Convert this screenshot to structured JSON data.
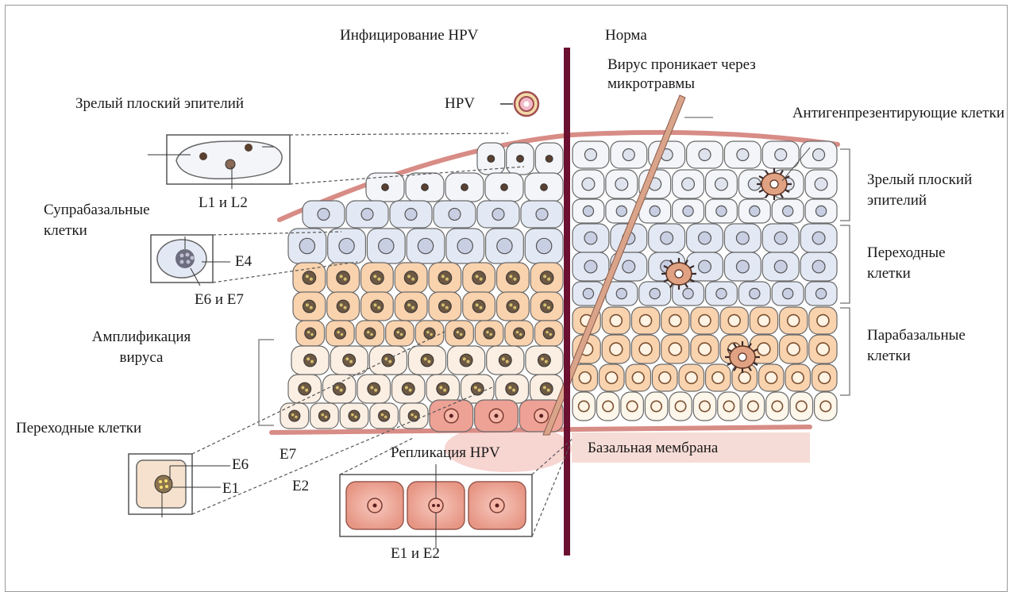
{
  "labels": {
    "infection_hpv": "Инфицирование HPV",
    "norm": "Норма",
    "virus_penetrates": "Вирус проникает через микротравмы",
    "hpv": "HPV",
    "mature_squamous_left": "Зрелый плоский эпителий",
    "apc": "Антигенпрезентирующие клетки",
    "mature_squamous_right": "Зрелый плоский эпителий",
    "l1_l2": "L1 и L2",
    "suprabasal": "Супрабазальные клетки",
    "e4": "E4",
    "e6_e7": "E6 и E7",
    "transitional_right": "Переходные клетки",
    "amplification": "Амплификация вируса",
    "parabasal": "Парабазальные клетки",
    "transitional_left": "Переходные клетки",
    "e6": "E6",
    "e1": "E1",
    "e7": "E7",
    "e2": "E2",
    "replication": "Репликация HPV",
    "basal_membrane": "Базальная мембрана",
    "e1_e2": "E1 и E2"
  },
  "colors": {
    "divider": "#6b1030",
    "membrane": "#d88c86",
    "membrane_band": "#f6dcd6",
    "mature_cell": "#f3f5f9",
    "transitional_cell": "#e3e9f4",
    "parabasal_cell": "#f9d2ae",
    "basal_cell_infected": "#eea195",
    "cell_outline": "#6a6a6a",
    "nucleus_normal": "#c9cfe3",
    "nucleus_infected": "#6d5843",
    "apc_cell": "#e0a283"
  },
  "icons": {
    "hpv_virion": "concentric-circle-virion-icon",
    "apc": "dendritic-cell-icon",
    "needle": "microtrauma-needle-icon"
  }
}
